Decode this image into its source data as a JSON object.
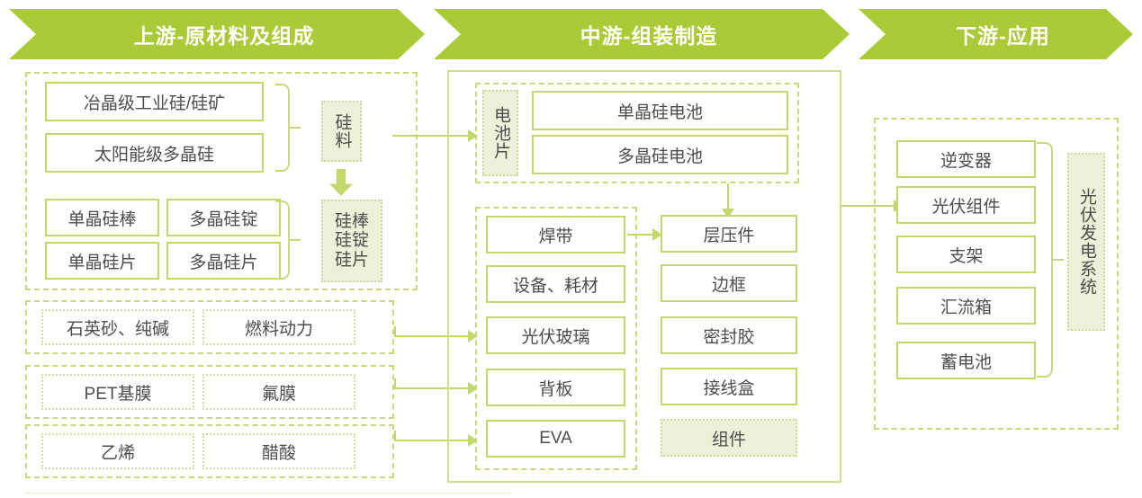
{
  "headers": [
    {
      "label": "上游-原材料及组成"
    },
    {
      "label": "中游-组装制造"
    },
    {
      "label": "下游-应用"
    }
  ],
  "colors": {
    "banner_green": "#aacb37",
    "box_border": "#c3d86c",
    "dashed_border": "#c9d97a",
    "highlight_fill": "#edf1d9",
    "highlight_border": "#cdd9a0",
    "text": "#4d4d4d",
    "connector": "#c3d86c"
  },
  "upstream": {
    "silicon_group": {
      "feedstock": [
        {
          "label": "冶晶级工业硅/硅矿"
        },
        {
          "label": "太阳能级多晶硅"
        }
      ],
      "wafers": [
        {
          "label": "单晶硅棒"
        },
        {
          "label": "多晶硅锭"
        },
        {
          "label": "单晶硅片"
        },
        {
          "label": "多晶硅片"
        }
      ],
      "tag_feedstock": "硅料",
      "tag_wafer": "硅棒\n硅锭\n硅片",
      "tag_wafer_lines": [
        "硅棒",
        "硅锭",
        "硅片"
      ]
    },
    "material_groups": [
      {
        "items": [
          {
            "label": "石英砂、纯碱"
          },
          {
            "label": "燃料动力"
          }
        ]
      },
      {
        "items": [
          {
            "label": "PET基膜"
          },
          {
            "label": "氟膜"
          }
        ]
      },
      {
        "items": [
          {
            "label": "乙烯"
          },
          {
            "label": "醋酸"
          }
        ]
      }
    ]
  },
  "midstream": {
    "cell_group": {
      "tag": "电池片",
      "items": [
        {
          "label": "单晶硅电池"
        },
        {
          "label": "多晶硅电池"
        }
      ]
    },
    "materials": [
      {
        "label": "焊带"
      },
      {
        "label": "设备、耗材"
      },
      {
        "label": "光伏玻璃"
      },
      {
        "label": "背板"
      },
      {
        "label": "EVA"
      }
    ],
    "assembly": [
      {
        "label": "层压件",
        "highlight": false
      },
      {
        "label": "边框",
        "highlight": false
      },
      {
        "label": "密封胶",
        "highlight": false
      },
      {
        "label": "接线盒",
        "highlight": false
      },
      {
        "label": "组件",
        "highlight": true
      }
    ]
  },
  "downstream": {
    "items": [
      {
        "label": "逆变器"
      },
      {
        "label": "光伏组件"
      },
      {
        "label": "支架"
      },
      {
        "label": "汇流箱"
      },
      {
        "label": "蓄电池"
      }
    ],
    "tag": "光伏发电系统",
    "tag_chars": [
      "光",
      "伏",
      "发",
      "电",
      "系",
      "统"
    ]
  }
}
